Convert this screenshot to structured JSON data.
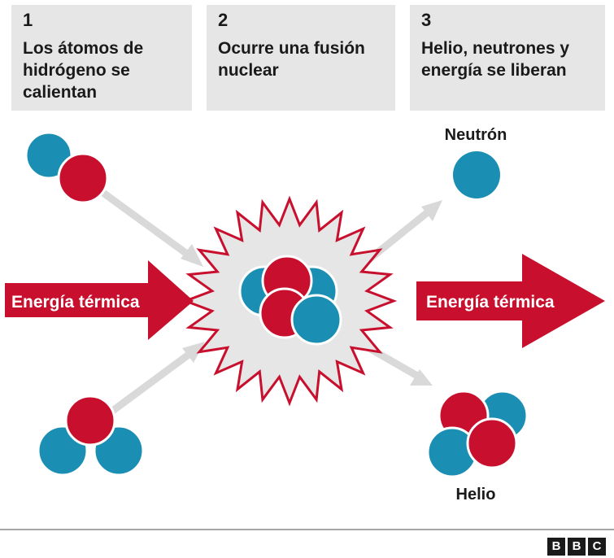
{
  "steps": [
    {
      "number": "1",
      "text": "Los átomos de hidrógeno se calientan"
    },
    {
      "number": "2",
      "text": "Ocurre una fusión nuclear"
    },
    {
      "number": "3",
      "text": "Helio, neutrones y energía se liberan"
    }
  ],
  "labels": {
    "energy_in": "Energía térmica",
    "energy_out": "Energía térmica",
    "neutron": "Neutrón",
    "helium": "Helio"
  },
  "logo": {
    "letters": [
      "B",
      "B",
      "C"
    ]
  },
  "colors": {
    "proton": "#c8102e",
    "neutron": "#1b8fb3",
    "arrow": "#c8102e",
    "path_arrow": "#d9d9d9",
    "header_bg": "#e6e6e6"
  }
}
